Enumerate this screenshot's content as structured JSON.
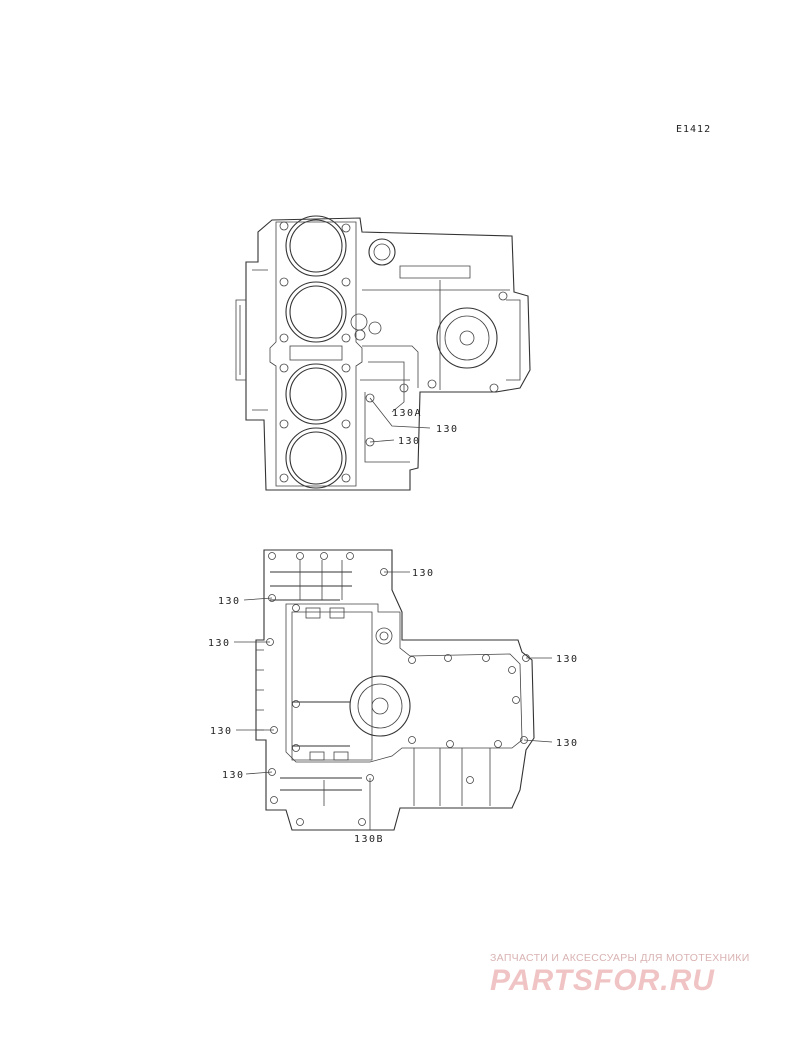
{
  "diagram_code": "E1412",
  "top_view": {
    "callouts": [
      {
        "id": "top-130A",
        "text": "130A"
      },
      {
        "id": "top-130-1",
        "text": "130"
      },
      {
        "id": "top-130-2",
        "text": "130"
      }
    ]
  },
  "bottom_view": {
    "callouts": [
      {
        "id": "bot-130-topright",
        "text": "130"
      },
      {
        "id": "bot-130-left1",
        "text": "130"
      },
      {
        "id": "bot-130-left2",
        "text": "130"
      },
      {
        "id": "bot-130-right1",
        "text": "130"
      },
      {
        "id": "bot-130-left3",
        "text": "130"
      },
      {
        "id": "bot-130-right2",
        "text": "130"
      },
      {
        "id": "bot-130-left4",
        "text": "130"
      },
      {
        "id": "bot-130B",
        "text": "130B"
      }
    ]
  },
  "watermark": {
    "tagline": "ЗАПЧАСТИ И АКСЕССУАРЫ ДЛЯ МОТОТЕХНИКИ",
    "logo": "PARTSFOR.RU"
  }
}
